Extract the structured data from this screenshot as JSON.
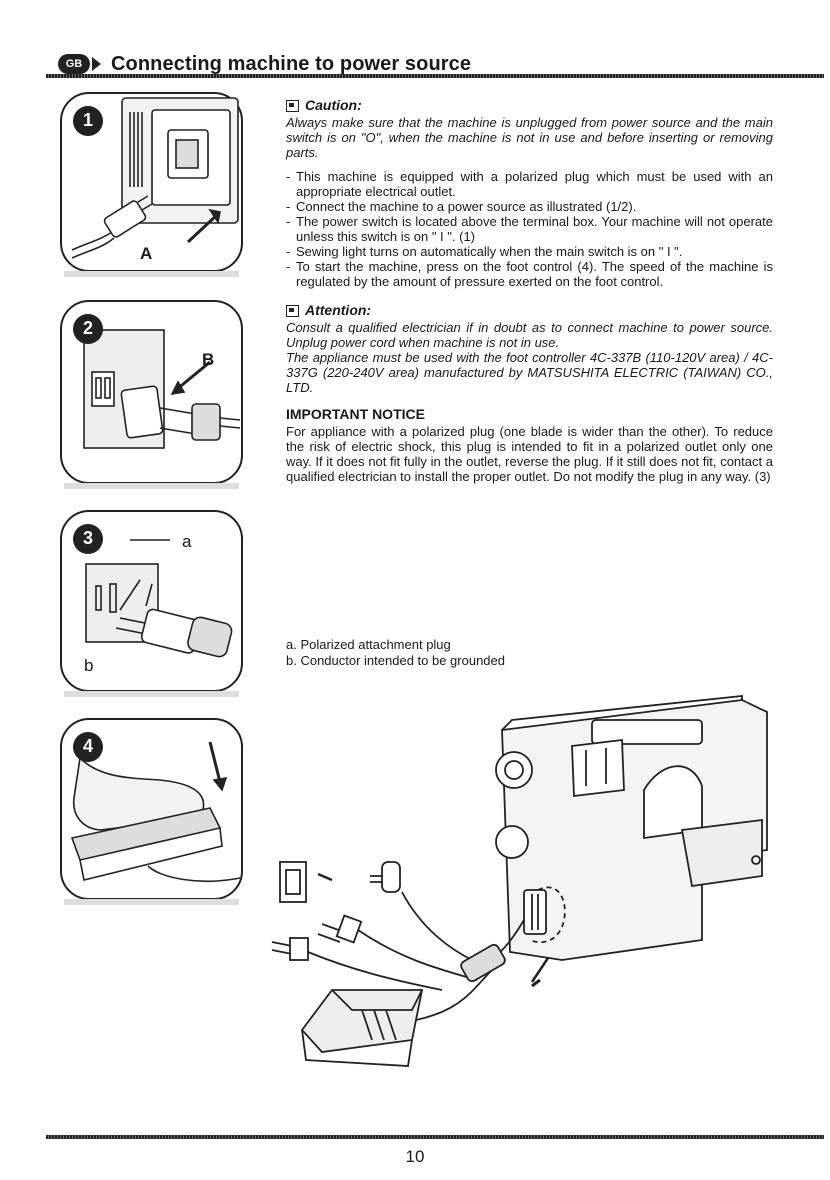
{
  "header": {
    "lang_badge": "GB",
    "title": "Connecting machine to power source"
  },
  "panels": [
    {
      "number": "1",
      "label": "A"
    },
    {
      "number": "2",
      "label": "B"
    },
    {
      "number": "3",
      "label_a": "a",
      "label_b": "b"
    },
    {
      "number": "4"
    }
  ],
  "caution": {
    "heading": "Caution:",
    "text": "Always make sure that the machine is unplugged from power source and the main switch is on \"O\", when the machine is not in use and before inserting or removing parts."
  },
  "bullets": [
    "This machine is equipped with a polarized plug which must be used with an appropriate electrical outlet.",
    "Connect the machine to a power source as illustrated (1/2).",
    "The power switch is located above the terminal box. Your machine will not operate unless this switch is on \" I \". (1)",
    "Sewing light turns on automatically when the main switch is on \" I \".",
    "To start the machine, press on the foot control (4). The speed of the machine is regulated by the amount of pressure exerted on the foot control."
  ],
  "attention": {
    "heading": "Attention:",
    "text1": "Consult a qualified electrician if in doubt as to connect machine to power source. Unplug power cord when machine is not in use.",
    "text2": "The appliance must be used with the foot controller 4C-337B (110-120V area) / 4C-337G (220-240V area) manufactured by MATSUSHITA ELECTRIC (TAIWAN) CO., LTD."
  },
  "notice": {
    "heading": "IMPORTANT NOTICE",
    "text": "For appliance with a polarized plug (one blade is wider than the other). To reduce the risk of electric shock, this plug is intended to fit in a polarized outlet only one way. If it does not fit fully in the outlet, reverse the plug. If it still does not fit, contact a qualified electrician to install the proper outlet. Do not modify the plug in any way. (3)"
  },
  "legend": [
    "a. Polarized attachment plug",
    "b. Conductor intended to be grounded"
  ],
  "page_number": "10"
}
